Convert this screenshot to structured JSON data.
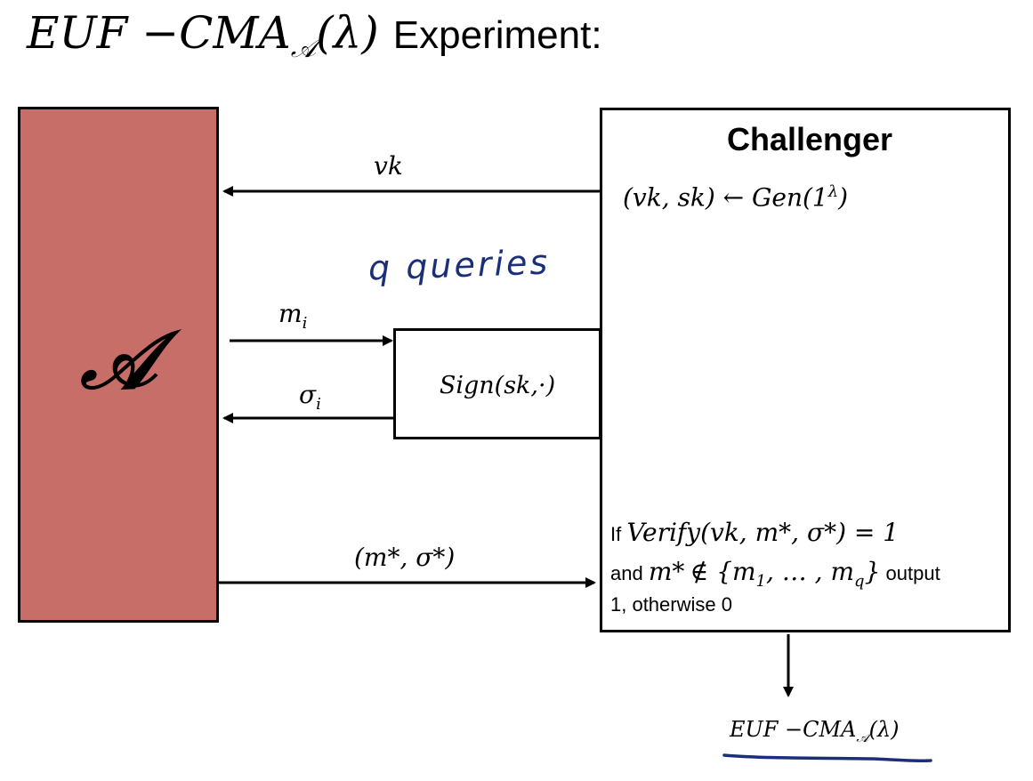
{
  "title": {
    "math_main": "EUF −CMA",
    "math_sub": "𝒜",
    "math_arg": "(λ)",
    "word": "Experiment:"
  },
  "adversary": {
    "label": "𝒜",
    "color": "#c86e69"
  },
  "challenger": {
    "title": "Challenger",
    "keygen_left": "(vk, sk) ← Gen(1",
    "keygen_sup": "λ",
    "keygen_right": ")"
  },
  "sign_oracle": {
    "label": "Sign(sk,·)"
  },
  "messages": {
    "vk": "vk",
    "m_base": "m",
    "m_sub": "i",
    "sigma_base": "σ",
    "sigma_sub": "i",
    "forgery": "(m*, σ*)"
  },
  "verify": {
    "if_word": "If",
    "verify_expr": "Verify(vk, m*, σ*) = 1",
    "and_word": "and",
    "mstar": "m*",
    "notin_expr": "∉ {m",
    "notin_sub1": "1",
    "notin_mid": ", … , m",
    "notin_subq": "q",
    "notin_close": "}",
    "output_word": "output",
    "last_line": "1, otherwise 0"
  },
  "output": {
    "main": "EUF −CMA",
    "sub": "𝒜",
    "arg": "(λ)"
  },
  "annotation": {
    "text": "q queries",
    "color": "#1a2f7a"
  }
}
